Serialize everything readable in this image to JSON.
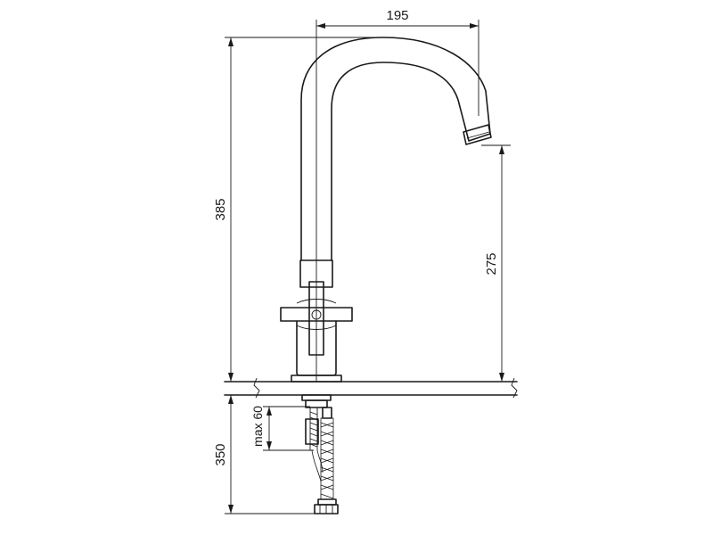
{
  "dimensions": {
    "spout_reach": "195",
    "total_height": "385",
    "spout_height": "275",
    "max_deck_thickness": "max 60",
    "hose_length": "350"
  }
}
